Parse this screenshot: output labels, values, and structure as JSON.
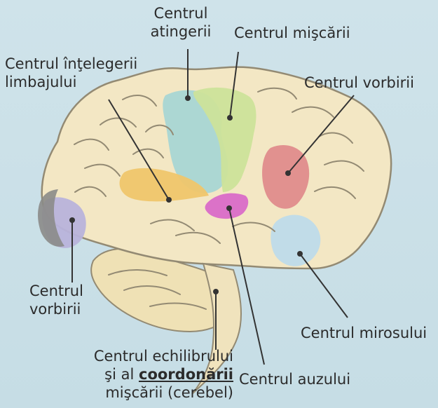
{
  "labels": {
    "touch": {
      "line1": "Centrul",
      "line2": "atingerii"
    },
    "movement": {
      "line1": "Centrul mişcării"
    },
    "language": {
      "line1": "Centrul înţelegerii",
      "line2": "limbajului"
    },
    "speech_right": {
      "line1": "Centrul vorbirii"
    },
    "speech_left": {
      "line1": "Centrul",
      "line2": "vorbirii"
    },
    "smell": {
      "line1": "Centrul mirosului"
    },
    "balance": {
      "line1": "Centrul echilibrului",
      "line2_prefix": "şi al ",
      "line2_emph": "coordonării",
      "line3": "mişcării (cerebel)"
    },
    "hearing": {
      "line1": "Centrul auzului"
    }
  },
  "colors": {
    "background": "#c9dfe6",
    "brain": "#f3e7c4",
    "touch_region": "#a8d6d4",
    "movement_region": "#cce39a",
    "language_region": "#efc66b",
    "speech_region": "#df8c8c",
    "hearing_region": "#d96cc8",
    "smell_region": "#bedbea",
    "speech_left_region": "#b8b3db",
    "cerebellum": "#efe1b5",
    "line": "#333333"
  }
}
